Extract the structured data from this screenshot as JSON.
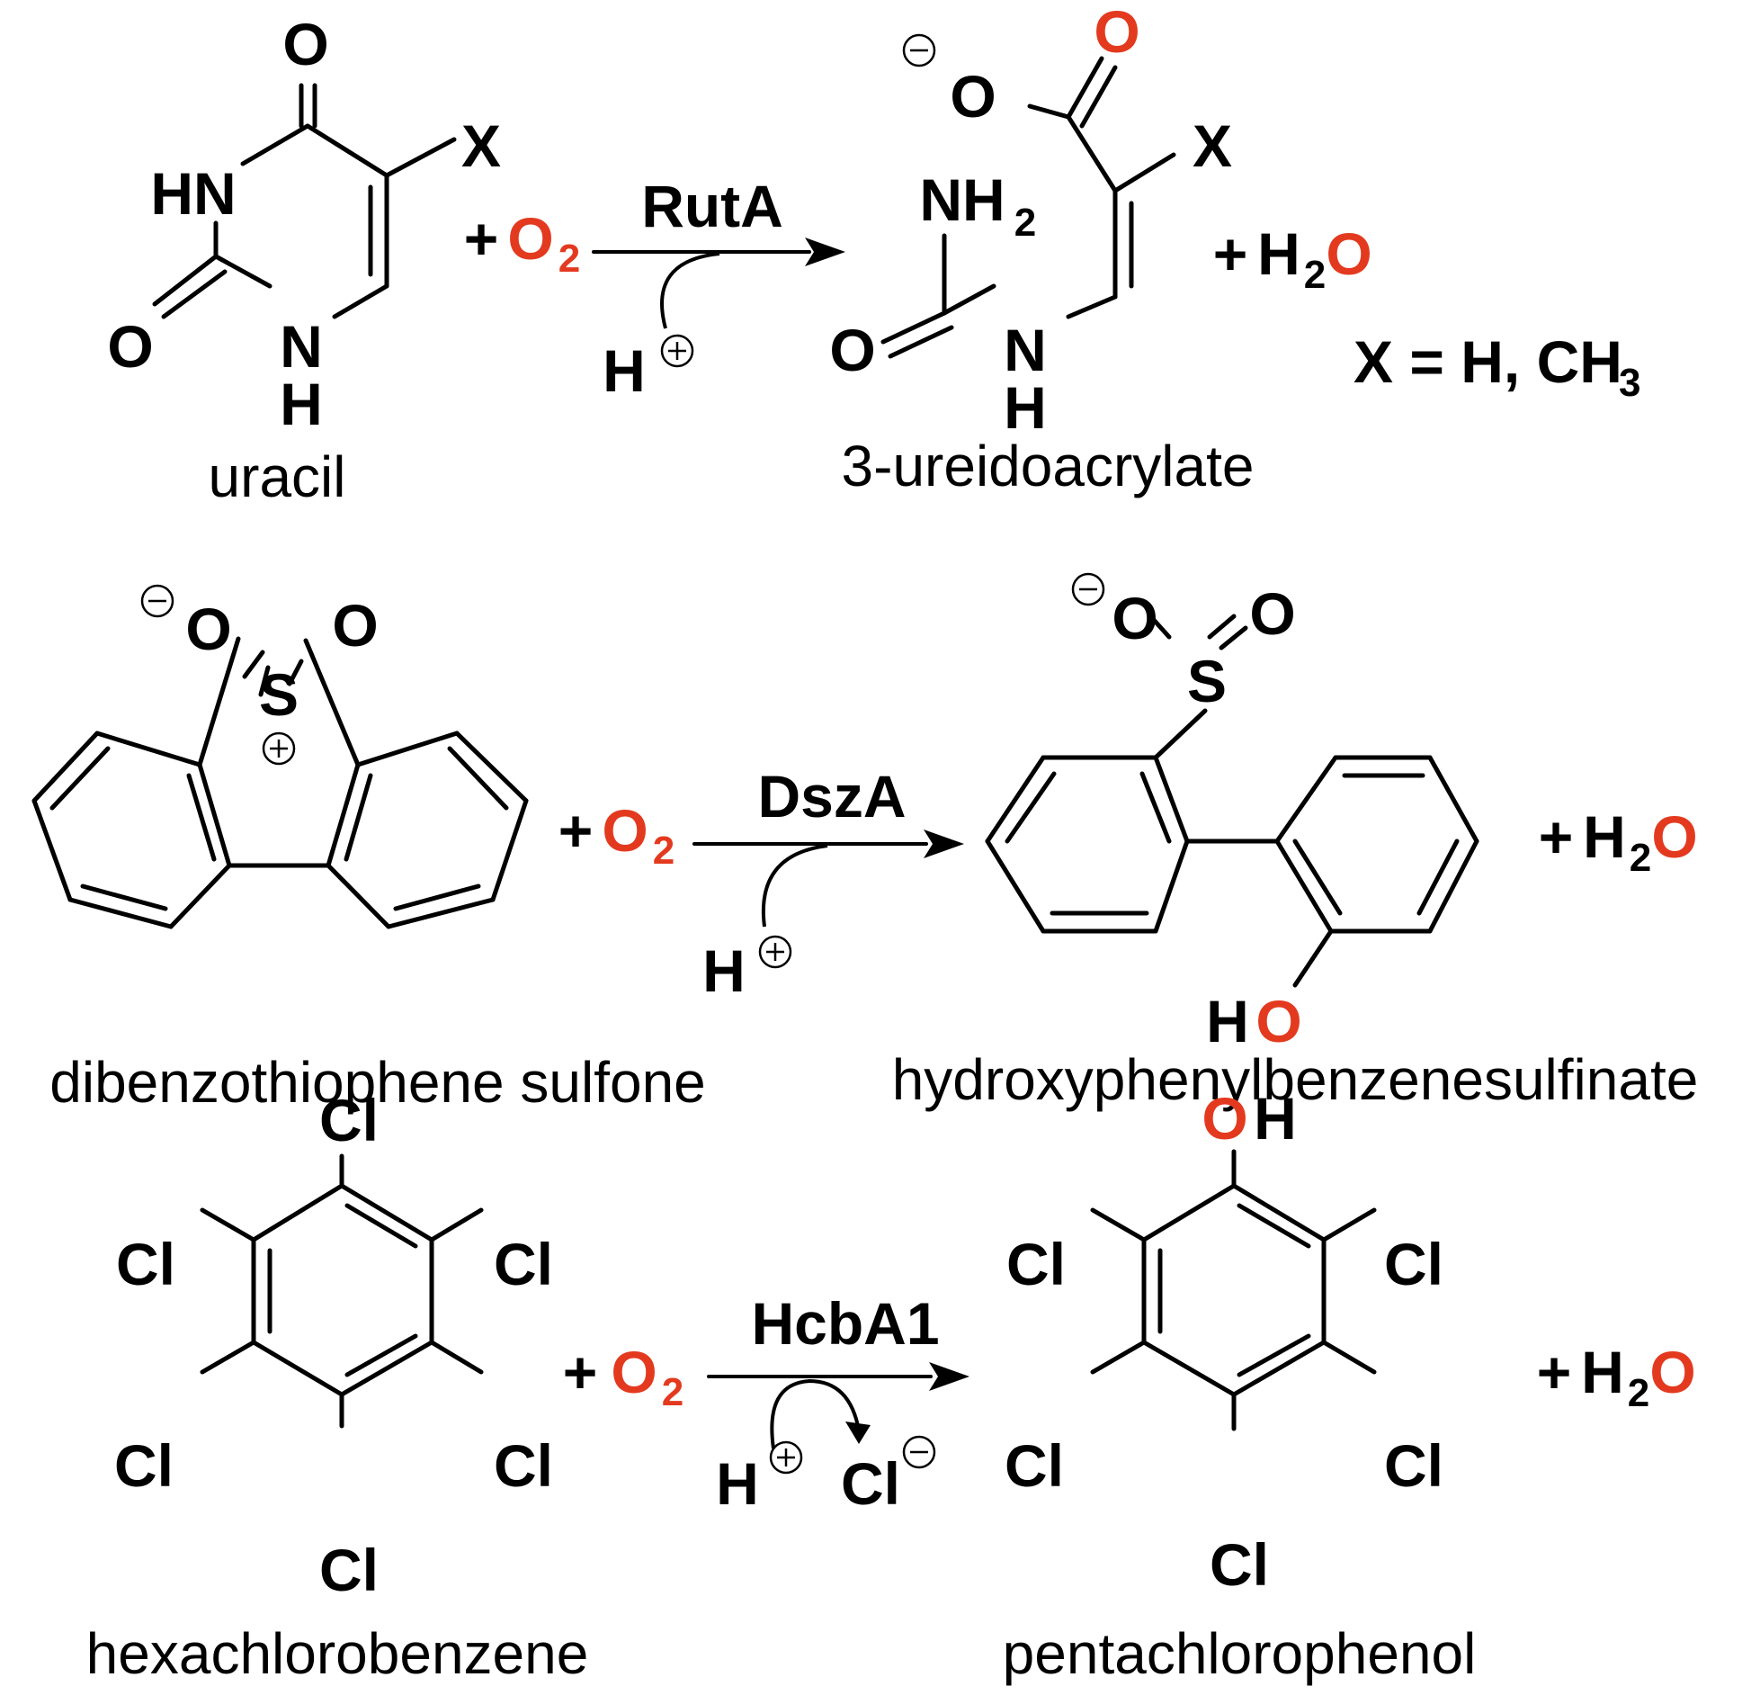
{
  "atoms": {
    "O": "O",
    "N": "N",
    "H": "H",
    "HN": "HN",
    "X": "X",
    "NH": "NH",
    "two": "2",
    "S": "S",
    "Cl": "Cl",
    "HO_H": "H",
    "OH_H": "H"
  },
  "species": {
    "plus": "+",
    "o2_o": "O",
    "h2o_h": "H",
    "h2o_o": "O",
    "sub2": "2"
  },
  "reactions": [
    {
      "enzyme": "RutA",
      "substrate_name": "uracil",
      "product_name": "3-ureidoacrylate",
      "note": "X = H, CH",
      "note_sub": "3"
    },
    {
      "enzyme": "DszA",
      "substrate_name": "dibenzothiophene sulfone",
      "product_name": "hydroxyphenylbenzenesulfinate"
    },
    {
      "enzyme": "HcbA1",
      "substrate_name": "hexachlorobenzene",
      "product_name": "pentachlorophenol"
    }
  ],
  "colors": {
    "oxygen_highlight": "#e33a1f",
    "ink": "#000000"
  }
}
